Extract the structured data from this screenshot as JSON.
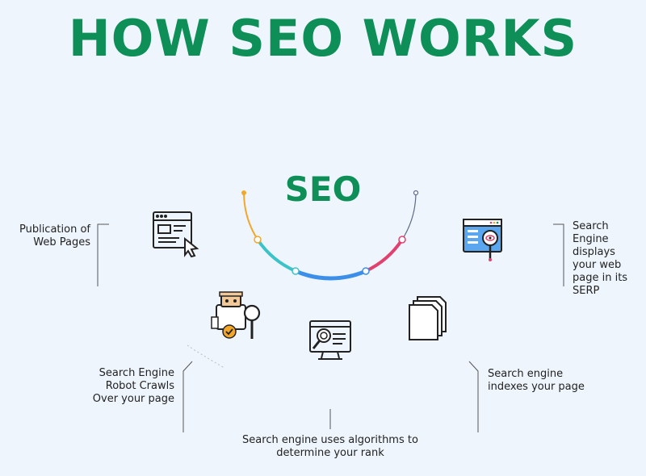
{
  "title": "HOW SEO WORKS",
  "center_label": "SEO",
  "steps": [
    {
      "id": "publication",
      "text": "Publication of Web Pages",
      "icon": "web-page-cursor-icon"
    },
    {
      "id": "crawl",
      "text": "Search Engine Robot Crawls Over your page",
      "icon": "robot-magnifier-icon"
    },
    {
      "id": "algorithms",
      "text": "Search engine uses algorithms to determine your rank",
      "icon": "monitor-search-icon"
    },
    {
      "id": "index",
      "text": "Search engine indexes your page",
      "icon": "stacked-documents-icon"
    },
    {
      "id": "serp",
      "text": "Search Engine displays your web page in its SERP",
      "icon": "browser-search-icon"
    }
  ],
  "colors": {
    "title": "#0e8f57",
    "arc_orange": "#f2a72b",
    "arc_teal": "#3cc3c8",
    "arc_blue": "#3b8fe8",
    "arc_pink": "#e0416e",
    "arc_gray": "#5e6a86"
  }
}
